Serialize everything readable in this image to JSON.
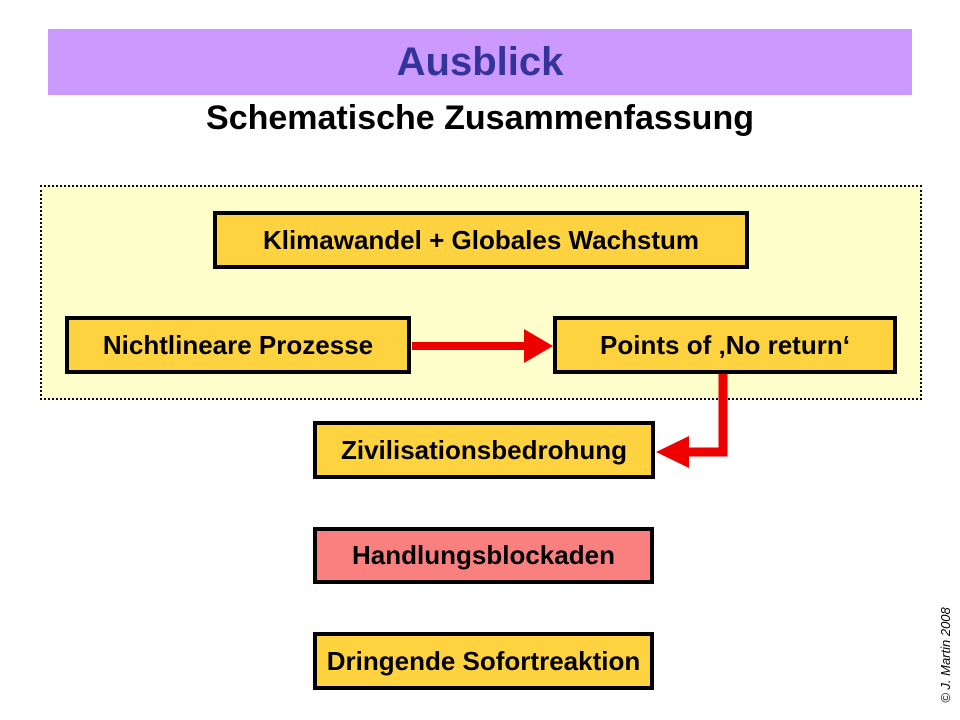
{
  "header": {
    "title": "Ausblick"
  },
  "subtitle": "Schematische Zusammenfassung",
  "diagram": {
    "boxes": {
      "klimawandel": "Klimawandel + Globales Wachstum",
      "nichtlineare": "Nichtlineare Prozesse",
      "points": "Points of ‚No return‘",
      "zivilisation": "Zivilisationsbedrohung",
      "handlung": "Handlungsblockaden",
      "dringend": "Dringende Sofortreaktion"
    },
    "arrows": [
      {
        "name": "nichtlineare-to-points",
        "direction": "right"
      },
      {
        "name": "points-to-zivilisation",
        "direction": "down-then-left"
      }
    ]
  },
  "footer": {
    "copyright": "© J. Martin 2008"
  },
  "colors": {
    "header_bg": "#CC99FF",
    "header_text": "#333399",
    "panel_bg": "#FFFFCC",
    "box_yellow": "#FFD340",
    "box_pink": "#FA8080",
    "arrow_red": "#EE0000",
    "border_black": "#000000"
  }
}
